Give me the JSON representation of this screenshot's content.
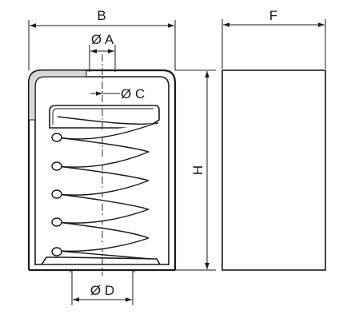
{
  "diagram": {
    "labels": {
      "b": "B",
      "f": "F",
      "a": "Ø A",
      "c": "Ø C",
      "h": "H",
      "d": "Ø D"
    },
    "colors": {
      "line": "#1a1a1a",
      "fill": "#ffffff",
      "hatch": "#d8d8d8"
    }
  }
}
